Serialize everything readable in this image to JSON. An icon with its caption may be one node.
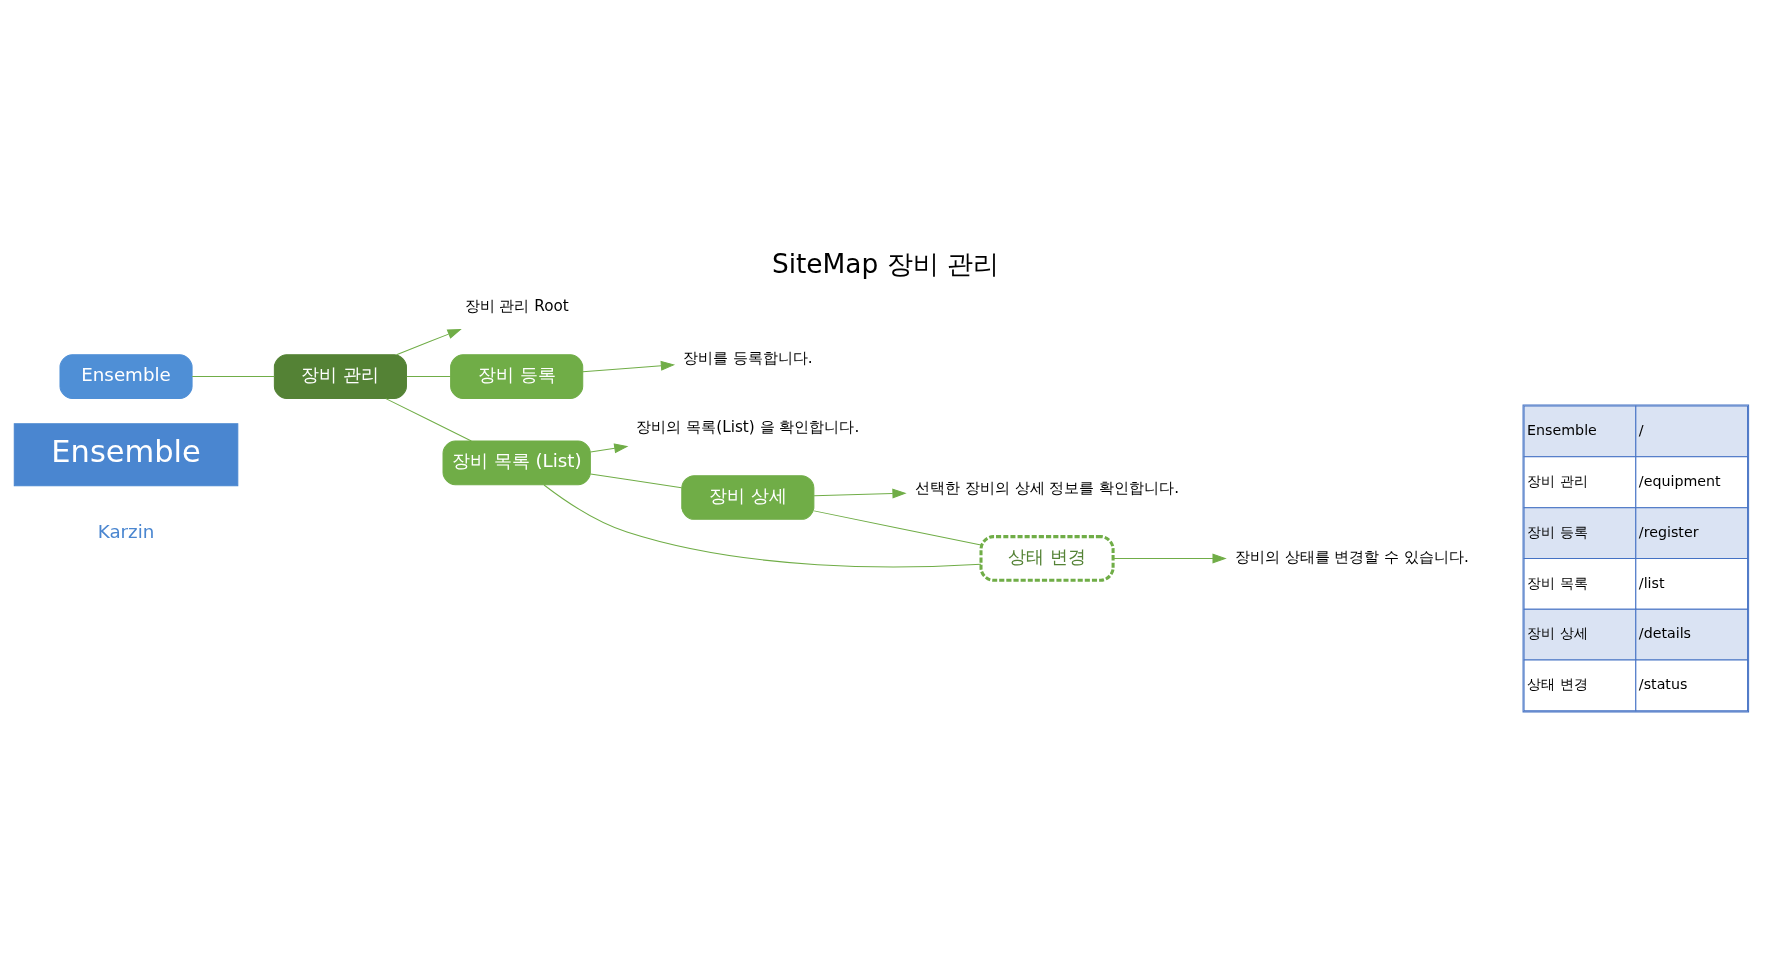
{
  "diagram": {
    "title": "SiteMap 장비 관리",
    "nodes": [
      {
        "text": [
          "Ensemble"
        ],
        "beside": [
          "Karzin"
        ]
      },
      {
        "text": [
          "Ensemble"
        ]
      },
      {
        "text": [
          "장비 관리"
        ]
      },
      {
        "text": [
          "장비 관리 Root"
        ]
      },
      {
        "text": [
          "장비 등록"
        ]
      },
      {
        "text": [
          "장비를 등록합니다."
        ]
      },
      {
        "text": [
          "장비 목록 (List)"
        ]
      },
      {
        "text": [
          "장비의 목록(List) 을 확인합니다."
        ]
      },
      {
        "text": [
          "장비 상세"
        ]
      },
      {
        "text": [
          "선택한 장비의 상세 정보를 확인합니다."
        ]
      },
      {
        "text": [
          "상태 변경"
        ]
      },
      {
        "text": [
          "장비의 상태를 변경할 수 있습니다."
        ]
      }
    ],
    "edges": [
      {
        "from": 1,
        "to": 2,
        "arrow": "none"
      },
      {
        "from": 2,
        "to": 3,
        "arrow": "to"
      },
      {
        "from": 2,
        "to": 4,
        "arrow": "none"
      },
      {
        "from": 2,
        "to": 6,
        "arrow": "none"
      },
      {
        "from": 4,
        "to": 5,
        "arrow": "to"
      },
      {
        "from": 6,
        "to": 7,
        "arrow": "to"
      },
      {
        "from": 6,
        "to": 8,
        "arrow": "none"
      },
      {
        "from": 6,
        "to": 10,
        "arrow": "none"
      },
      {
        "from": 8,
        "to": 10,
        "arrow": "none"
      },
      {
        "from": 8,
        "to": 9,
        "arrow": "to"
      },
      {
        "from": 10,
        "to": 11,
        "arrow": "to"
      }
    ],
    "labels": [
      "Ensemble",
      "/",
      "장비 관리",
      "/equipment",
      "장비 등록",
      "/register",
      "장비 목록",
      "/list",
      "장비 상세",
      "/details",
      "상태 변경",
      "/status"
    ]
  }
}
